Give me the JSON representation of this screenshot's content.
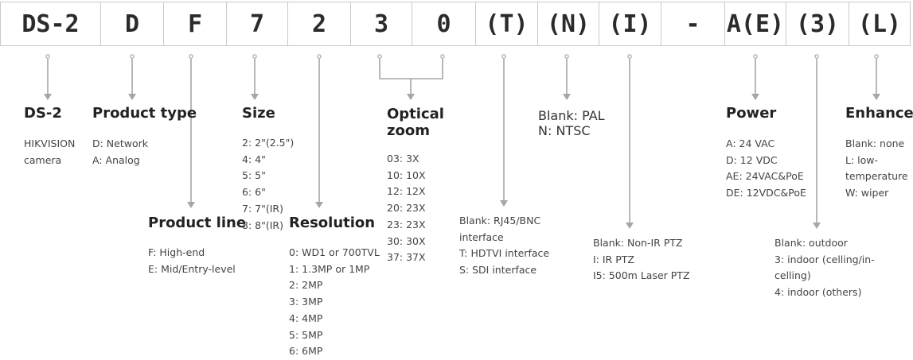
{
  "code_segments": [
    "DS-2",
    "D",
    "F",
    "7",
    "2",
    "3",
    "0",
    "(T)",
    "(N)",
    "(I)",
    "-",
    "A(E)",
    "(3)",
    "(L)"
  ],
  "fields": {
    "ds2": {
      "title": "DS-2",
      "lines": [
        "HIKVISION",
        "camera"
      ]
    },
    "product_type": {
      "title": "Product type",
      "lines": [
        "D: Network",
        "A: Analog"
      ]
    },
    "product_line": {
      "title": "Product line",
      "lines": [
        "F: High-end",
        "E: Mid/Entry-level"
      ]
    },
    "size": {
      "title": "Size",
      "lines": [
        "2: 2\"(2.5\")",
        "4: 4\"",
        "5: 5\"",
        "6: 6\"",
        "7: 7\"(IR)",
        "8: 8\"(IR)"
      ]
    },
    "resolution": {
      "title": "Resolution",
      "lines": [
        "0: WD1 or 700TVL",
        "1: 1.3MP or 1MP",
        "2: 2MP",
        "3: 3MP",
        "4: 4MP",
        "5: 5MP",
        "6: 6MP"
      ]
    },
    "optical_zoom": {
      "title_lines": [
        "Optical",
        "zoom"
      ],
      "lines": [
        "03: 3X",
        "10: 10X",
        "12: 12X",
        "20: 23X",
        "23: 23X",
        "30: 30X",
        "37: 37X"
      ]
    },
    "interface": {
      "lines": [
        "Blank: RJ45/BNC",
        "interface",
        "T: HDTVI interface",
        "S: SDI interface"
      ]
    },
    "video_standard": {
      "lines": [
        "Blank: PAL",
        "N: NTSC"
      ]
    },
    "ptz": {
      "lines": [
        "Blank: Non-IR PTZ",
        "I: IR PTZ",
        "I5: 500m Laser PTZ"
      ]
    },
    "power": {
      "title": "Power",
      "lines": [
        "A: 24 VAC",
        "D: 12 VDC",
        "AE: 24VAC&PoE",
        "DE: 12VDC&PoE"
      ]
    },
    "location": {
      "lines": [
        "Blank: outdoor",
        "3: indoor (celling/in-",
        "celling)",
        "4: indoor (others)"
      ]
    },
    "enhanced": {
      "title": "Enhanced",
      "lines": [
        "Blank: none",
        "L: low-",
        "temperature",
        "W: wiper"
      ]
    }
  },
  "colors": {
    "connector": "#a6a6a6",
    "cell_border": "#c9c9c9",
    "text": "#333333"
  }
}
